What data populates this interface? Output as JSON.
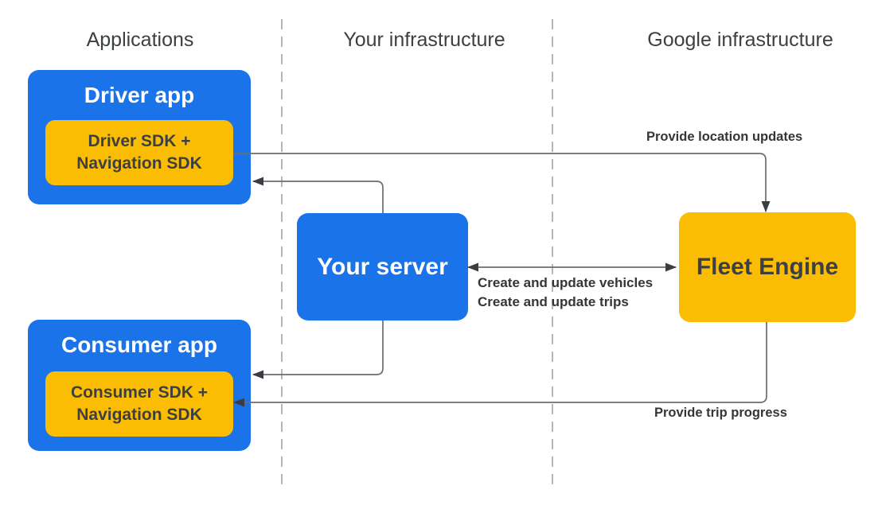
{
  "columns": [
    {
      "label": "Applications"
    },
    {
      "label": "Your infrastructure"
    },
    {
      "label": "Google infrastructure"
    }
  ],
  "nodes": {
    "driver_app": {
      "title": "Driver app",
      "sdk_line1": "Driver SDK +",
      "sdk_line2": "Navigation SDK"
    },
    "consumer_app": {
      "title": "Consumer app",
      "sdk_line1": "Consumer SDK +",
      "sdk_line2": "Navigation SDK"
    },
    "your_server": {
      "title": "Your server"
    },
    "fleet_engine": {
      "title": "Fleet Engine"
    }
  },
  "edge_labels": {
    "location_updates": "Provide location updates",
    "create_vehicles": "Create and update vehicles",
    "create_trips": "Create and update trips",
    "trip_progress": "Provide trip progress"
  },
  "colors": {
    "blue": "#1a73e8",
    "yellow": "#fbbc04",
    "dark_text": "#3c4043",
    "heading": "#3c4043",
    "label": "#333538",
    "line": "#6a6d71",
    "arrowhead": "#3a3d41",
    "divider": "#a1a6ab",
    "background": "#ffffff"
  }
}
